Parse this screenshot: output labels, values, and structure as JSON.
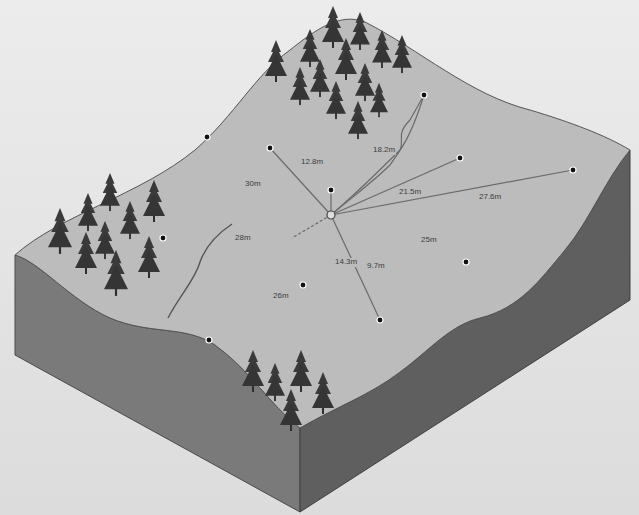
{
  "diagram": {
    "labels": [
      "12.8m",
      "18.2m",
      "21.5m",
      "27.6m",
      "14.3m",
      "9.7m",
      "30m",
      "28m",
      "26m",
      "25m"
    ]
  }
}
